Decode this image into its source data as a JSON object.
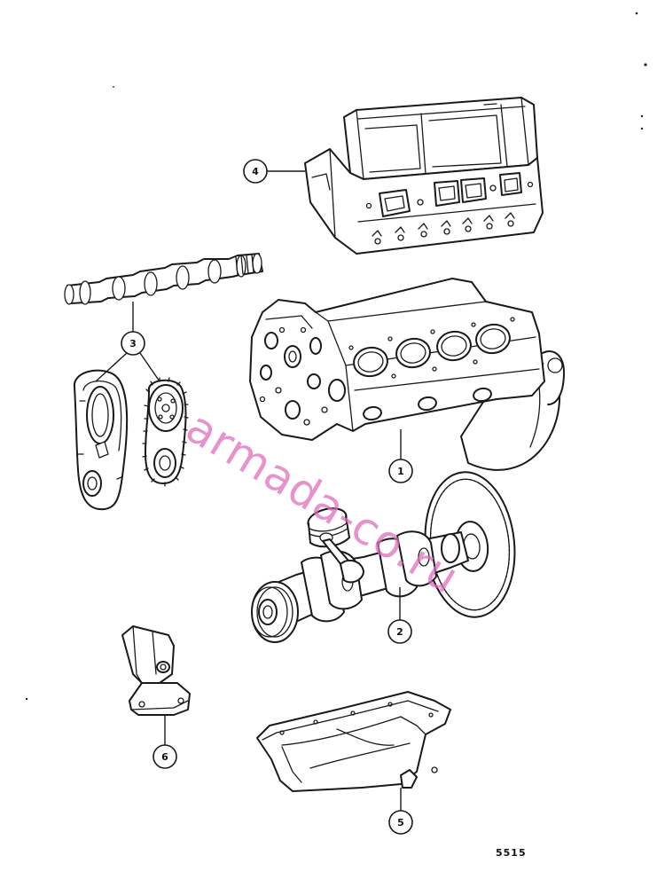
{
  "diagram": {
    "reference_number": "5515",
    "watermark": "armada-co.ru",
    "callouts": [
      {
        "id": "1",
        "label": "1",
        "part": "engine-block"
      },
      {
        "id": "2",
        "label": "2",
        "part": "crankshaft-assembly"
      },
      {
        "id": "3",
        "label": "3",
        "part": "camshaft-timing"
      },
      {
        "id": "4",
        "label": "4",
        "part": "cylinder-head"
      },
      {
        "id": "5",
        "label": "5",
        "part": "oil-pan"
      },
      {
        "id": "6",
        "label": "6",
        "part": "engine-mount"
      }
    ]
  }
}
